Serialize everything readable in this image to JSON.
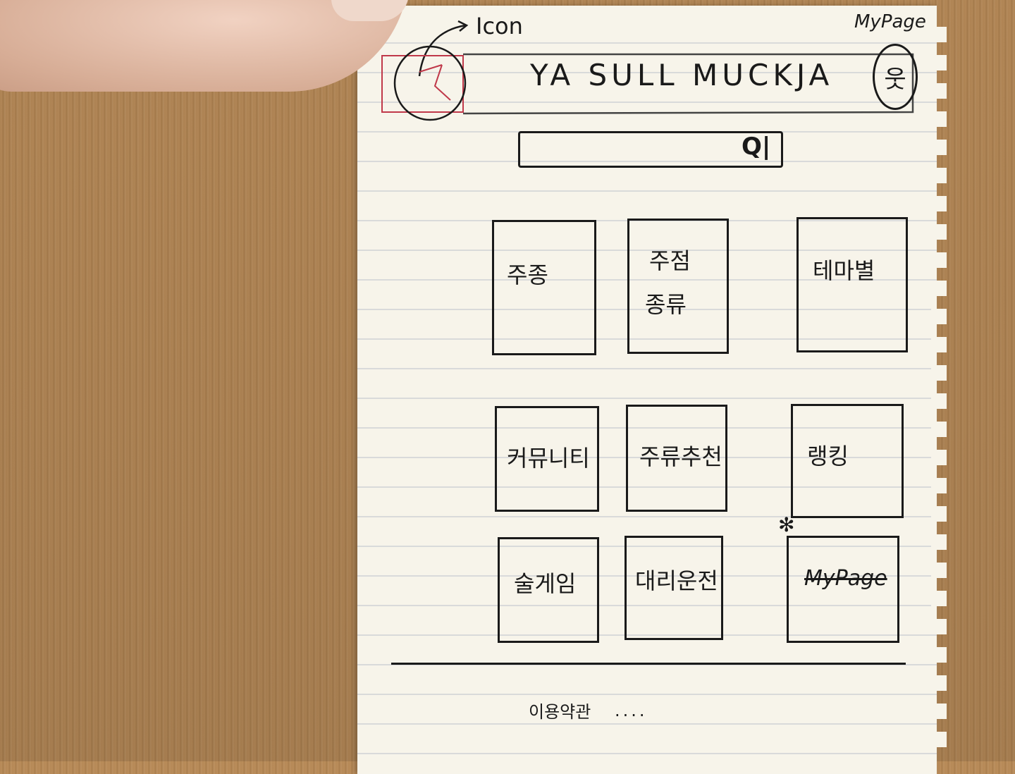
{
  "annotations": {
    "icon_note": "Icon",
    "mypage_note": "MyPage"
  },
  "header": {
    "title": "YA SULL MUCKJA",
    "mypage_symbol": "웃"
  },
  "search": {
    "placeholder": "",
    "icon_text": "Q|"
  },
  "menu": {
    "items": [
      {
        "label": "주종"
      },
      {
        "label": "주점",
        "label2": "종류"
      },
      {
        "label": "테마별"
      },
      {
        "label": "커뮤니티"
      },
      {
        "label": "주류추천"
      },
      {
        "label": "랭킹"
      },
      {
        "label": "술게임"
      },
      {
        "label": "대리운전"
      },
      {
        "label": "MyPage"
      }
    ]
  },
  "footer": {
    "terms": "이용약관",
    "ellipsis": "...."
  },
  "colors": {
    "ink": "#1a1a1a",
    "red_ink": "#c0394a",
    "paper": "#f7f4ea"
  }
}
